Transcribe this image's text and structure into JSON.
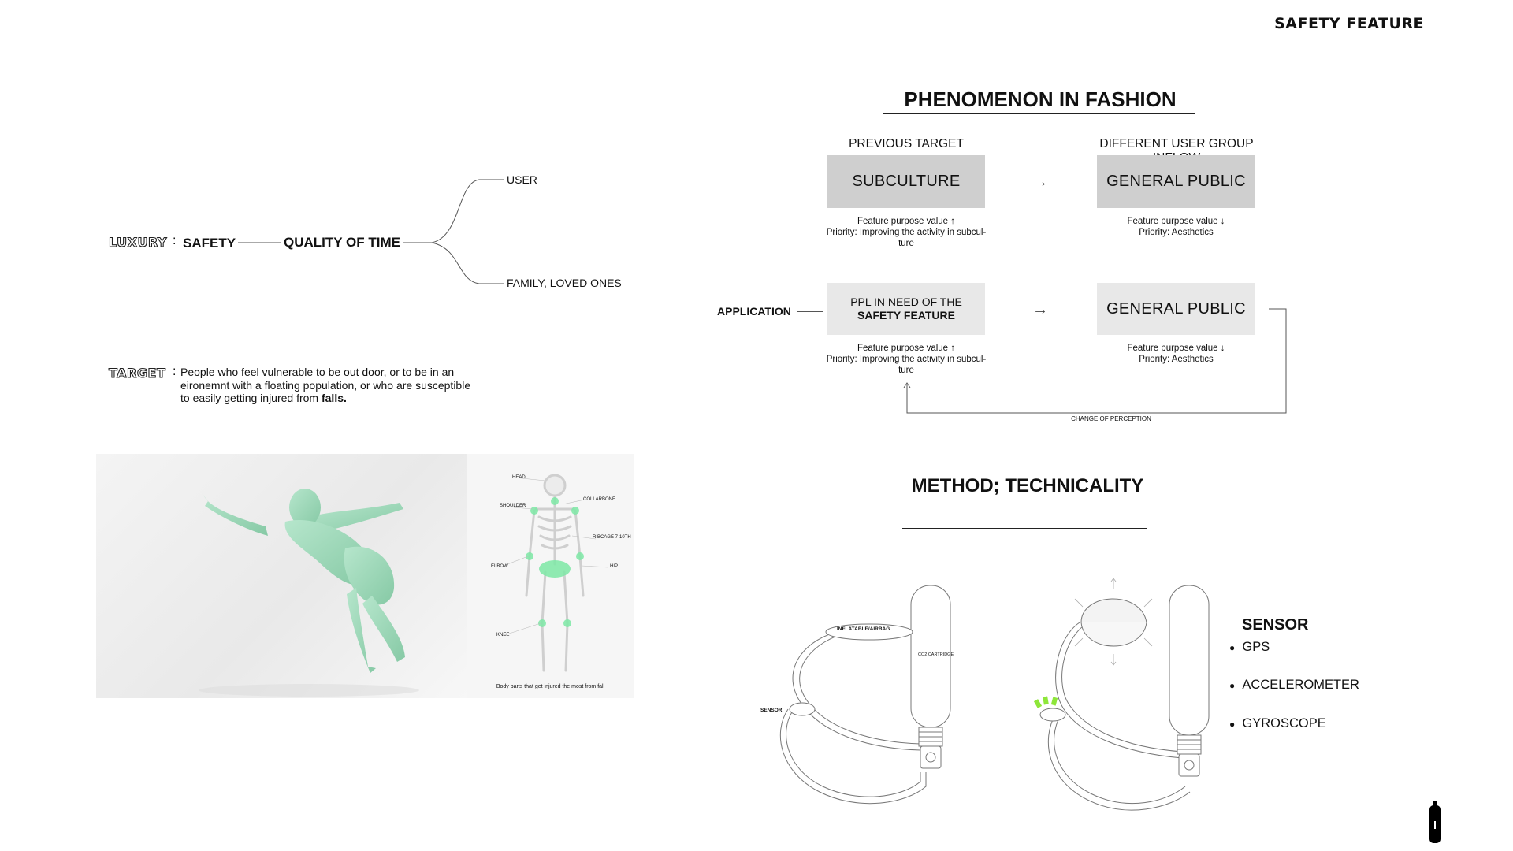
{
  "header": {
    "title": "SAFETY FEATURE"
  },
  "left": {
    "luxury_label": "LUXURY",
    "colon": ":",
    "safety": "SAFETY",
    "quality": "QUALITY OF TIME",
    "branch_user": "USER",
    "branch_family": "FAMILY, LOVED ONES",
    "target_label": "TARGET",
    "target_line1": "People who feel vulnerable to be out door, or to be in an",
    "target_line2": "eironemnt with a floating population, or who are susceptible",
    "target_line3": "to easily getting injured from",
    "target_bold": "falls.",
    "skeleton_labels": {
      "head": "HEAD",
      "collarbone": "COLLARBONE",
      "shoulder": "SHOULDER",
      "ribcage": "RIBCAGE 7-10TH",
      "elbow": "ELBOW",
      "hip": "HIP",
      "knee": "KNEE"
    },
    "skeleton_caption": "Body parts that get injured the most from fall",
    "figure_color": "#9ed8b8",
    "highlight_color": "#7ee8a6"
  },
  "phenomenon": {
    "title": "PHENOMENON IN FASHION",
    "col1_header": "PREVIOUS TARGET",
    "col2_header": "DIFFERENT USER GROUP INFLOW",
    "row1_left_box": "SUBCULTURE",
    "row1_right_box": "GENERAL PUBLIC",
    "arrow": "→",
    "row1_left_note1": "Feature purpose value ↑",
    "row1_left_note2": "Priority: Improving the activity in subcul-",
    "row1_left_note3": "ture",
    "row1_right_note1": "Feature purpose value ↓",
    "row1_right_note2": "Priority: Aesthetics",
    "application_label": "APPLICATION",
    "row2_left_box_line1": "PPL IN NEED OF THE",
    "row2_left_box_line2": "SAFETY FEATURE",
    "row2_right_box": "GENERAL PUBLIC",
    "row2_left_note1": "Feature purpose value ↑",
    "row2_left_note2": "Priority: Improving the activity in subcul-",
    "row2_left_note3": "ture",
    "row2_right_note1": "Feature purpose value ↓",
    "row2_right_note2": "Priority: Aesthetics",
    "change_label": "CHANGE OF PERCEPTION"
  },
  "method": {
    "title": "METHOD; TECHNICALITY",
    "inflatable_label": "INFLATABLE/AIRBAG",
    "cartridge_label": "CO2 CARTRIDGE",
    "sensor_label": "SENSOR",
    "sensor_title": "SENSOR",
    "sensor_items": [
      "GPS",
      "ACCELEROMETER",
      "GYROSCOPE"
    ],
    "indicator_color": "#8ee63a"
  },
  "corner_icon": "co2-cartridge-icon"
}
